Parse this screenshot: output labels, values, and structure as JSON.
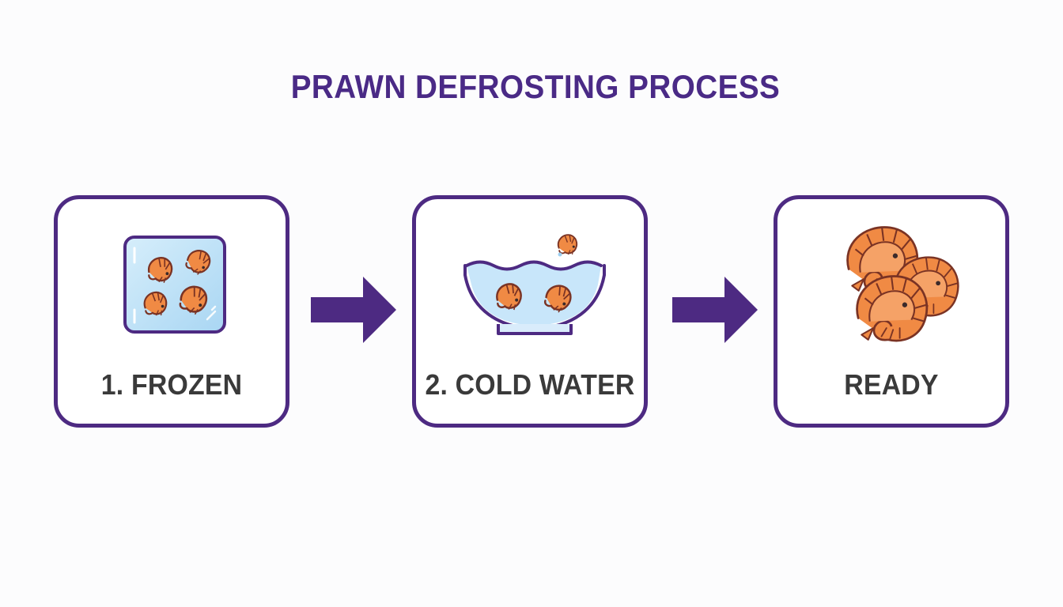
{
  "title": "PRAWN DEFROSTING PROCESS",
  "steps": [
    {
      "label": "1. FROZEN",
      "icon": "frozen-prawns-block-icon"
    },
    {
      "label": "2. COLD WATER",
      "icon": "bowl-cold-water-prawns-icon"
    },
    {
      "label": "READY",
      "icon": "thawed-prawns-icon"
    }
  ],
  "arrows": [
    "right-arrow-icon",
    "right-arrow-icon"
  ],
  "colors": {
    "accent": "#4d2a82",
    "title": "#4a2a86",
    "label": "#3a3a3a",
    "prawn": "#f08a44",
    "prawn_outline": "#8a3a2a",
    "ice": "#bfe2f7",
    "water": "#c8e6fa"
  }
}
